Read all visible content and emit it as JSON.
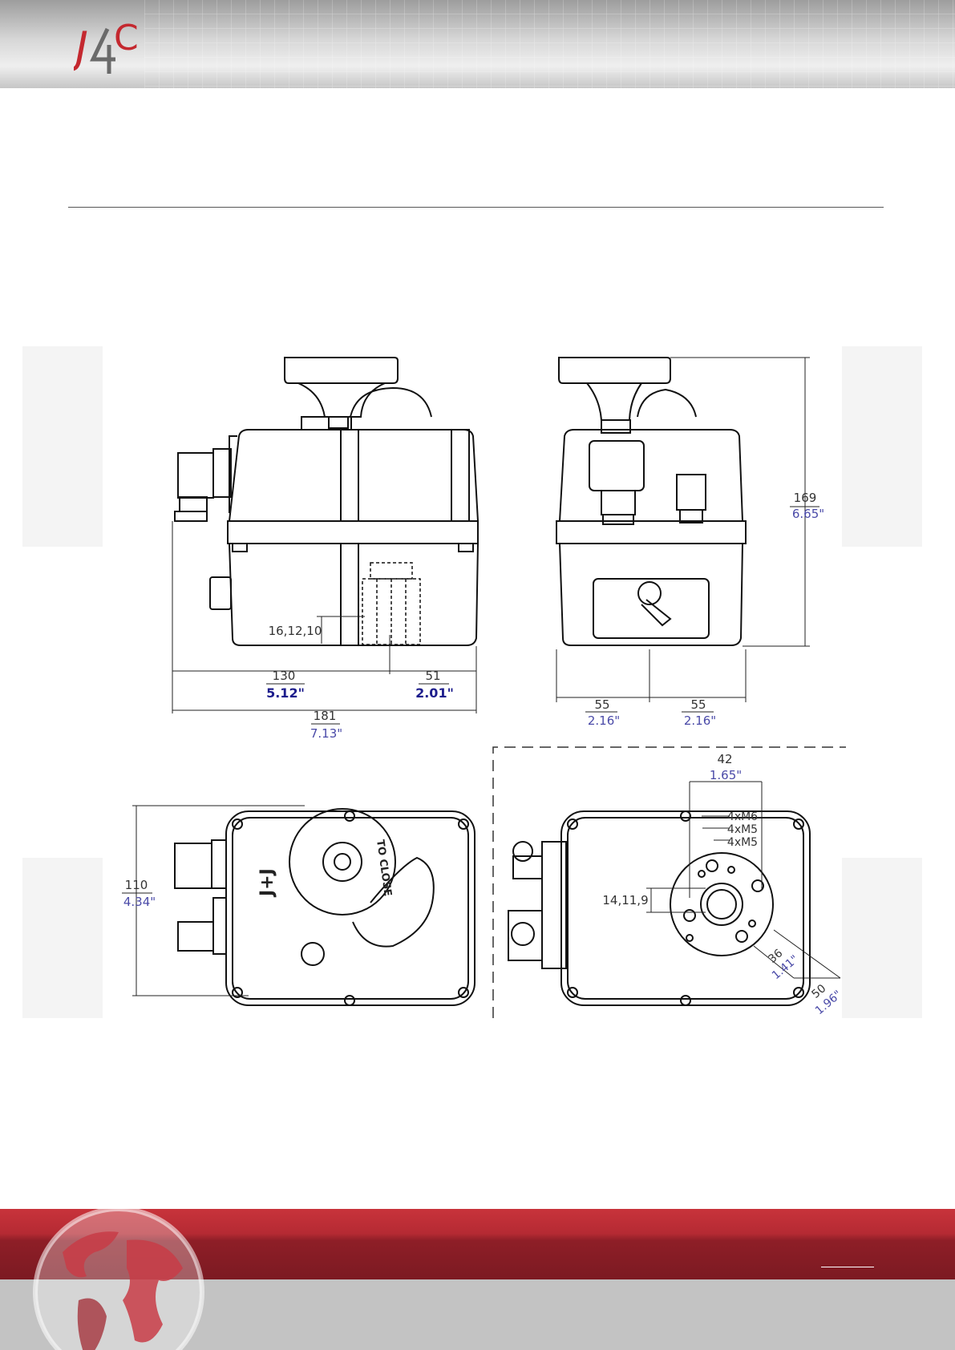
{
  "header": {
    "logo_text": "J4C"
  },
  "drawing": {
    "front_view": {
      "dim_height_small": "16,12,10",
      "dim_left_mm": "130",
      "dim_left_in": "5.12\"",
      "dim_right_mm": "51",
      "dim_right_in": "2.01\"",
      "dim_total_mm": "181",
      "dim_total_in": "7.13\""
    },
    "side_view": {
      "dim_height_mm": "169",
      "dim_height_in": "6.65\"",
      "dim_left_mm": "55",
      "dim_left_in": "2.16\"",
      "dim_right_mm": "55",
      "dim_right_in": "2.16\""
    },
    "top_view": {
      "dim_depth_mm": "110",
      "dim_depth_in": "4.34\"",
      "knob_marking": "TO CLOSE",
      "brand_marking": "J+J"
    },
    "bottom_view": {
      "dim_width_mm": "42",
      "dim_width_in": "1.65\"",
      "thread_1": "4xM6",
      "thread_2": "4xM5",
      "thread_3": "4xM5",
      "dim_drive": "14,11,9",
      "dim_pcd_small_mm": "36",
      "dim_pcd_small_in": "1.41\"",
      "dim_pcd_large_mm": "50",
      "dim_pcd_large_in": "1.96\""
    }
  },
  "colors": {
    "dim_blue": "#4a4aa8",
    "dim_navy": "#1c1c8c",
    "brand_red": "#c4282f"
  }
}
